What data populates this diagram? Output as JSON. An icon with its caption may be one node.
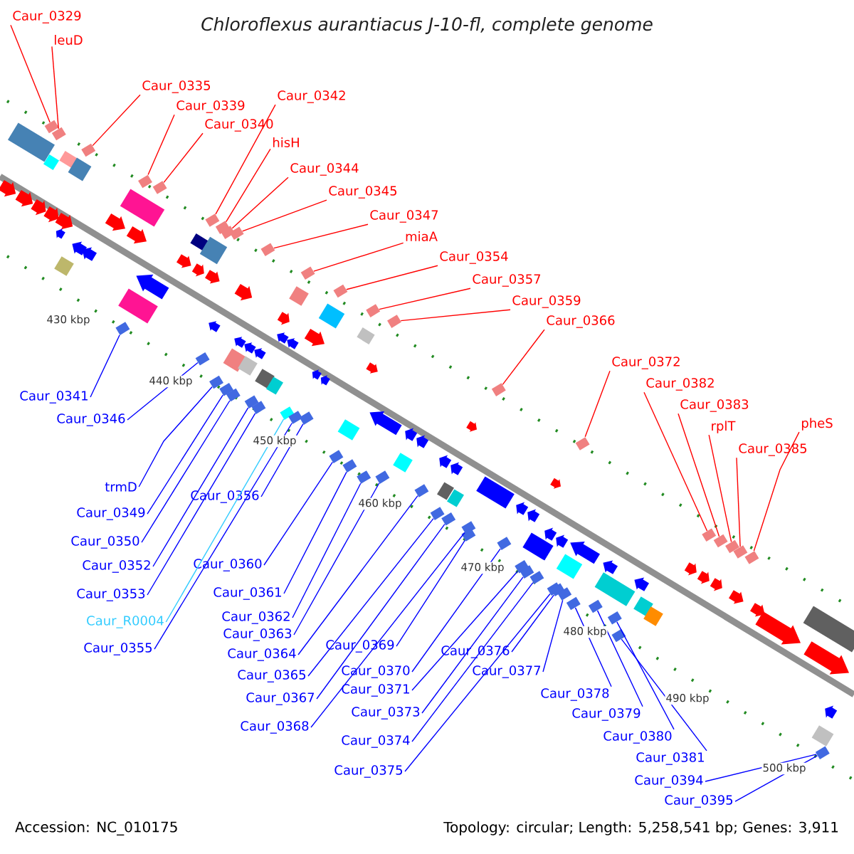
{
  "diagram": {
    "title": "Chloroflexus aurantiacus J-10-fl, complete genome",
    "nodes": [
      {
        "text": [
          "Caur_0329"
        ]
      },
      {
        "text": [
          "leuD"
        ]
      },
      {
        "text": [
          "Caur_0335"
        ]
      },
      {
        "text": [
          "Caur_0339"
        ]
      },
      {
        "text": [
          "Caur_0340"
        ]
      },
      {
        "text": [
          "Caur_0342"
        ]
      },
      {
        "text": [
          "hisH"
        ]
      },
      {
        "text": [
          "Caur_0344"
        ]
      },
      {
        "text": [
          "Caur_0345"
        ]
      },
      {
        "text": [
          "Caur_0347"
        ]
      },
      {
        "text": [
          "miaA"
        ]
      },
      {
        "text": [
          "Caur_0354"
        ]
      },
      {
        "text": [
          "Caur_0357"
        ]
      },
      {
        "text": [
          "Caur_0359"
        ]
      },
      {
        "text": [
          "Caur_0366"
        ]
      },
      {
        "text": [
          "Caur_0372"
        ]
      },
      {
        "text": [
          "Caur_0382"
        ]
      },
      {
        "text": [
          "Caur_0383"
        ]
      },
      {
        "text": [
          "rplT"
        ]
      },
      {
        "text": [
          "pheS"
        ]
      },
      {
        "text": [
          "Caur_0385"
        ]
      },
      {
        "text": [
          "Caur_0341"
        ]
      },
      {
        "text": [
          "Caur_0346"
        ]
      },
      {
        "text": [
          "trmD"
        ]
      },
      {
        "text": [
          "Caur_0349"
        ]
      },
      {
        "text": [
          "Caur_0350"
        ]
      },
      {
        "text": [
          "Caur_0352"
        ]
      },
      {
        "text": [
          "Caur_0353"
        ]
      },
      {
        "text": [
          "Caur_R0004"
        ]
      },
      {
        "text": [
          "Caur_0355"
        ]
      },
      {
        "text": [
          "Caur_0356"
        ]
      },
      {
        "text": [
          "Caur_0360"
        ]
      },
      {
        "text": [
          "Caur_0361"
        ]
      },
      {
        "text": [
          "Caur_0362"
        ]
      },
      {
        "text": [
          "Caur_0363"
        ]
      },
      {
        "text": [
          "Caur_0364"
        ]
      },
      {
        "text": [
          "Caur_0365"
        ]
      },
      {
        "text": [
          "Caur_0367"
        ]
      },
      {
        "text": [
          "Caur_0368"
        ]
      },
      {
        "text": [
          "Caur_0369"
        ]
      },
      {
        "text": [
          "Caur_0370"
        ]
      },
      {
        "text": [
          "Caur_0371"
        ]
      },
      {
        "text": [
          "Caur_0373"
        ]
      },
      {
        "text": [
          "Caur_0374"
        ]
      },
      {
        "text": [
          "Caur_0375"
        ]
      },
      {
        "text": [
          "Caur_0376"
        ]
      },
      {
        "text": [
          "Caur_0377"
        ]
      },
      {
        "text": [
          "Caur_0378"
        ]
      },
      {
        "text": [
          "Caur_0379"
        ]
      },
      {
        "text": [
          "Caur_0380"
        ]
      },
      {
        "text": [
          "Caur_0381"
        ]
      },
      {
        "text": [
          "Caur_0394"
        ]
      },
      {
        "text": [
          "Caur_0395"
        ]
      },
      {
        "text": [],
        "shape": "box"
      },
      {
        "text": [],
        "shape": "box"
      },
      {
        "text": [],
        "shape": "box"
      },
      {
        "text": [],
        "shape": "box"
      },
      {
        "text": [],
        "shape": "box"
      },
      {
        "text": [],
        "shape": "box"
      },
      {
        "text": [],
        "shape": "box"
      },
      {
        "text": [],
        "shape": "box"
      },
      {
        "text": [],
        "shape": "box"
      },
      {
        "text": [],
        "shape": "box"
      },
      {
        "text": [],
        "shape": "box"
      },
      {
        "text": [],
        "shape": "box"
      },
      {
        "text": [],
        "shape": "box"
      },
      {
        "text": [],
        "shape": "box"
      },
      {
        "text": [],
        "shape": "box"
      },
      {
        "text": [],
        "shape": "box"
      },
      {
        "text": [],
        "shape": "box"
      },
      {
        "text": [],
        "shape": "box"
      },
      {
        "text": [],
        "shape": "box"
      },
      {
        "text": [],
        "shape": "box"
      },
      {
        "text": [],
        "shape": "box"
      },
      {
        "text": [],
        "shape": "box"
      },
      {
        "text": [],
        "shape": "box"
      },
      {
        "text": [],
        "shape": "box"
      },
      {
        "text": [],
        "shape": "box"
      },
      {
        "text": [],
        "shape": "box"
      },
      {
        "text": [],
        "shape": "box"
      },
      {
        "text": [],
        "shape": "box"
      },
      {
        "text": [],
        "shape": "box"
      },
      {
        "text": [],
        "shape": "box"
      },
      {
        "text": [],
        "shape": "box"
      },
      {
        "text": [],
        "shape": "box"
      },
      {
        "text": [],
        "shape": "box"
      },
      {
        "text": [],
        "shape": "box"
      },
      {
        "text": [],
        "shape": "box"
      },
      {
        "text": [],
        "shape": "box"
      },
      {
        "text": [],
        "shape": "box"
      },
      {
        "text": [],
        "shape": "box"
      },
      {
        "text": [],
        "shape": "box"
      },
      {
        "text": [],
        "shape": "box"
      },
      {
        "text": [],
        "shape": "box"
      },
      {
        "text": [],
        "shape": "box"
      },
      {
        "text": [],
        "shape": "box"
      },
      {
        "text": [],
        "shape": "box"
      },
      {
        "text": [],
        "shape": "box"
      },
      {
        "text": [],
        "shape": "box"
      },
      {
        "text": [],
        "shape": "box"
      },
      {
        "text": [],
        "shape": "box"
      },
      {
        "text": [],
        "shape": "box"
      },
      {
        "text": [],
        "shape": "box"
      },
      {
        "text": [],
        "shape": "box"
      },
      {
        "text": [],
        "shape": "box"
      }
    ],
    "edges": [
      {
        "from": 0,
        "to": 53,
        "arrow": "none",
        "color": "#ff0000"
      },
      {
        "from": 1,
        "to": 54,
        "arrow": "none",
        "color": "#ff0000"
      },
      {
        "from": 2,
        "to": 55,
        "arrow": "none",
        "color": "#ff0000"
      },
      {
        "from": 3,
        "to": 56,
        "arrow": "none",
        "color": "#ff0000"
      },
      {
        "from": 4,
        "to": 57,
        "arrow": "none",
        "color": "#ff0000"
      },
      {
        "from": 5,
        "to": 58,
        "arrow": "none",
        "color": "#ff0000"
      },
      {
        "from": 6,
        "to": 59,
        "arrow": "none",
        "color": "#ff0000"
      },
      {
        "from": 7,
        "to": 60,
        "arrow": "none",
        "color": "#ff0000"
      },
      {
        "from": 8,
        "to": 61,
        "arrow": "none",
        "color": "#ff0000"
      },
      {
        "from": 9,
        "to": 62,
        "arrow": "none",
        "color": "#ff0000"
      },
      {
        "from": 10,
        "to": 63,
        "arrow": "none",
        "color": "#ff0000"
      },
      {
        "from": 11,
        "to": 64,
        "arrow": "none",
        "color": "#ff0000"
      },
      {
        "from": 12,
        "to": 65,
        "arrow": "none",
        "color": "#ff0000"
      },
      {
        "from": 13,
        "to": 66,
        "arrow": "none",
        "color": "#ff0000"
      },
      {
        "from": 14,
        "to": 67,
        "arrow": "none",
        "color": "#ff0000"
      },
      {
        "from": 15,
        "to": 68,
        "arrow": "none",
        "color": "#ff0000"
      },
      {
        "from": 16,
        "to": 69,
        "arrow": "none",
        "color": "#ff0000"
      },
      {
        "from": 17,
        "to": 70,
        "arrow": "none",
        "color": "#ff0000"
      },
      {
        "from": 18,
        "to": 71,
        "arrow": "none",
        "color": "#ff0000"
      },
      {
        "from": 19,
        "to": 72,
        "arrow": "none",
        "color": "#ff0000"
      },
      {
        "from": 20,
        "to": 73,
        "arrow": "none",
        "color": "#ff0000"
      },
      {
        "from": 21,
        "to": 74,
        "arrow": "none"
      },
      {
        "from": 22,
        "to": 75,
        "arrow": "none"
      },
      {
        "from": 23,
        "to": 76,
        "arrow": "none"
      },
      {
        "from": 24,
        "to": 77,
        "arrow": "none"
      },
      {
        "from": 25,
        "to": 78,
        "arrow": "none"
      },
      {
        "from": 26,
        "to": 79,
        "arrow": "none"
      },
      {
        "from": 27,
        "to": 80,
        "arrow": "none"
      },
      {
        "from": 28,
        "to": 81,
        "arrow": "none",
        "color": "#33ccff"
      },
      {
        "from": 29,
        "to": 82,
        "arrow": "none"
      },
      {
        "from": 30,
        "to": 83,
        "arrow": "none"
      },
      {
        "from": 31,
        "to": 84,
        "arrow": "none"
      },
      {
        "from": 32,
        "to": 85,
        "arrow": "none"
      },
      {
        "from": 33,
        "to": 86,
        "arrow": "none"
      },
      {
        "from": 34,
        "to": 87,
        "arrow": "none"
      },
      {
        "from": 35,
        "to": 88,
        "arrow": "none"
      },
      {
        "from": 36,
        "to": 89,
        "arrow": "none"
      },
      {
        "from": 37,
        "to": 90,
        "arrow": "none"
      },
      {
        "from": 38,
        "to": 91,
        "arrow": "none"
      },
      {
        "from": 39,
        "to": 92,
        "arrow": "none"
      },
      {
        "from": 40,
        "to": 93,
        "arrow": "none"
      },
      {
        "from": 41,
        "to": 94,
        "arrow": "none"
      },
      {
        "from": 42,
        "to": 95,
        "arrow": "none"
      },
      {
        "from": 43,
        "to": 96,
        "arrow": "none"
      },
      {
        "from": 44,
        "to": 97,
        "arrow": "none"
      },
      {
        "from": 45,
        "to": 98,
        "arrow": "none"
      },
      {
        "from": 46,
        "to": 99,
        "arrow": "none"
      },
      {
        "from": 47,
        "to": 100,
        "arrow": "none"
      },
      {
        "from": 48,
        "to": 101,
        "arrow": "none"
      },
      {
        "from": 49,
        "to": 102,
        "arrow": "none"
      },
      {
        "from": 50,
        "to": 103,
        "arrow": "none"
      },
      {
        "from": 51,
        "to": 104,
        "arrow": "none"
      },
      {
        "from": 52,
        "to": 104,
        "arrow": "none"
      }
    ],
    "labels": [
      "430 kbp",
      "440 kbp",
      "450 kbp",
      "460 kbp",
      "470 kbp",
      "480 kbp",
      "490 kbp",
      "500 kbp",
      "Accession: NC_010175",
      "Topology: circular; Length: 5,258,541 bp; Genes: 3,911"
    ]
  }
}
